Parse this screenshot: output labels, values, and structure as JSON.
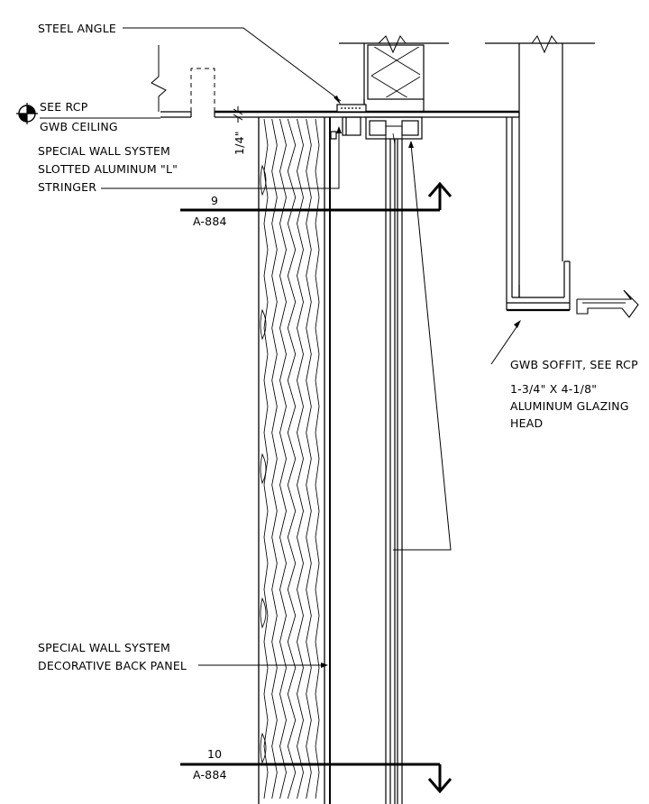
{
  "labels": {
    "steel_angle": "STEEL ANGLE",
    "see_rcp": "SEE RCP",
    "gwb_ceiling": "GWB CEILING",
    "dim_quarter": "1/4\"",
    "stringer_l1": "SPECIAL WALL SYSTEM",
    "stringer_l2": "SLOTTED ALUMINUM \"L\"",
    "stringer_l3": "STRINGER",
    "section_top_num": "9",
    "section_top_sheet": "A-884",
    "soffit": "GWB SOFFIT, SEE RCP",
    "glazing_l1": "1-3/4\" X 4-1/8\"",
    "glazing_l2": "ALUMINUM GLAZING",
    "glazing_l3": "HEAD",
    "panel_l1": "SPECIAL WALL SYSTEM",
    "panel_l2": "DECORATIVE BACK PANEL",
    "section_bot_num": "10",
    "section_bot_sheet": "A-884"
  },
  "colors": {
    "line": "#000000",
    "background": "#ffffff"
  }
}
